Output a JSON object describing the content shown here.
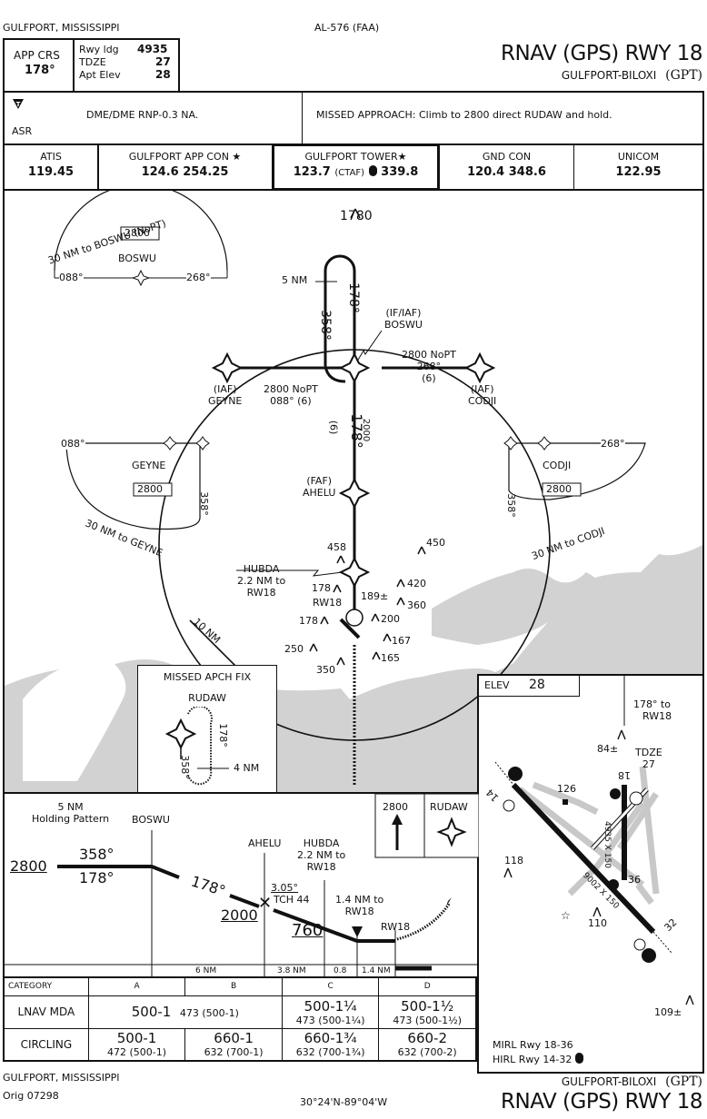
{
  "header": {
    "location": "GULFPORT, MISSISSIPPI",
    "chart_id": "AL-576 (FAA)",
    "title": "RNAV (GPS) RWY 18",
    "airport": "GULFPORT-BILOXI",
    "airport_id": "(GPT)",
    "app_crs_label": "APP CRS",
    "app_crs_value": "178°",
    "rwy_ldg_label": "Rwy ldg",
    "rwy_ldg_value": "4935",
    "tdze_label": "TDZE",
    "tdze_value": "27",
    "apt_elev_label": "Apt Elev",
    "apt_elev_value": "28"
  },
  "notes": {
    "takeoff_symbol": "T",
    "asr": "ASR",
    "dme_note": "DME/DME RNP-0.3 NA.",
    "missed_approach": "MISSED APPROACH:  Climb to 2800 direct RUDAW and hold."
  },
  "comms": [
    {
      "label": "ATIS",
      "freq": "119.45"
    },
    {
      "label": "GULFPORT APP CON ★",
      "freq": "124.6  254.25"
    },
    {
      "label": "GULFPORT TOWER★",
      "freq": "123.7",
      "ctaf": "(CTAF)",
      "freq2": "339.8"
    },
    {
      "label": "GND CON",
      "freq": "120.4  348.6"
    },
    {
      "label": "UNICOM",
      "freq": "122.95"
    }
  ],
  "plan": {
    "top_obstacle": "1780",
    "taa_boswu": {
      "arc": "30 NM to BOSWU (NoPT)",
      "alt": "2800",
      "fix": "BOSWU",
      "left_crs": "088°",
      "right_crs": "268°"
    },
    "taa_geyne": {
      "arc": "30 NM to GEYNE",
      "alt": "2800",
      "fix": "GEYNE",
      "crs1": "088°",
      "crs2": "358°"
    },
    "taa_codji": {
      "arc": "30 NM to CODJI",
      "alt": "2800",
      "fix": "CODJI",
      "crs1": "268°",
      "crs2": "358°"
    },
    "hold_len": "5 NM",
    "hold_in": "178°",
    "hold_out": "358°",
    "boswu_label": "(IF/IAF)",
    "boswu_name": "BOSWU",
    "geyne_label": "(IAF)",
    "geyne_name": "GEYNE",
    "geyne_seg": "2800 NoPT",
    "geyne_seg2": "088° (6)",
    "codji_label": "(IAF)",
    "codji_name": "CODJI",
    "codji_seg": "2800 NoPT",
    "codji_seg2": "268°",
    "codji_seg3": "(6)",
    "final_alt": "2000",
    "final_crs": "178°",
    "final_dist": "(6)",
    "faf_label": "(FAF)",
    "faf_name": "AHELU",
    "hubda_name": "HUBDA",
    "hubda_dist1": "2.2 NM to",
    "hubda_dist2": "RW18",
    "rw18": "RW18",
    "ring": "10 NM",
    "obstacles": [
      "458",
      "450",
      "420",
      "360",
      "189±",
      "178",
      "178",
      "200",
      "167",
      "165",
      "250",
      "350"
    ]
  },
  "missed_fix_box": {
    "title": "MISSED APCH FIX",
    "fix": "RUDAW",
    "in_crs": "178°",
    "out_crs": "358°",
    "leg": "4 NM"
  },
  "airport_diagram": {
    "elev_label": "ELEV",
    "elev_value": "28",
    "approach_note1": "178° to",
    "approach_note2": "RW18",
    "obs_84": "84±",
    "tdze_label": "TDZE",
    "tdze_value": "27",
    "rwy18": "18",
    "rwy36": "36",
    "rwy14": "14",
    "rwy32": "32",
    "dim_18_36": "4935 X 150",
    "dim_14_32": "9002 X 150",
    "obs_126": "126",
    "obs_118": "118",
    "obs_110": "110",
    "obs_109": "109±",
    "lights1": "MIRL Rwy 18-36",
    "lights2": "HIRL Rwy 14-32"
  },
  "profile": {
    "hold_label1": "5 NM",
    "hold_label2": "Holding Pattern",
    "hold_alt": "2800",
    "hold_out": "358°",
    "hold_in": "178°",
    "boswu": "BOSWU",
    "seg_crs": "178°",
    "faf_alt": "2000",
    "ahelu": "AHELU",
    "hubda1": "HUBDA",
    "hubda2": "2.2 NM to",
    "hubda3": "RW18",
    "gs": "3.05°",
    "tch": "TCH 44",
    "mda": "760",
    "map1": "1.4 NM to",
    "map2": "RW18",
    "rw18": "RW18",
    "missed_alt": "2800",
    "missed_fix": "RUDAW",
    "dists": [
      "6 NM",
      "3.8 NM",
      "0.8",
      "1.4 NM"
    ]
  },
  "minimums": {
    "header": [
      "CATEGORY",
      "A",
      "B",
      "C",
      "D"
    ],
    "lnav_label": "LNAV  MDA",
    "lnav_ab_main": "500-1",
    "lnav_ab_sub": "473 (500-1)",
    "lnav_c_main": "500-1¼",
    "lnav_c_sub": "473 (500-1¼)",
    "lnav_d_main": "500-1½",
    "lnav_d_sub": "473 (500-1½)",
    "circling_label": "CIRCLING",
    "circ": [
      {
        "main": "500-1",
        "sub": "472 (500-1)"
      },
      {
        "main": "660-1",
        "sub": "632 (700-1)"
      },
      {
        "main": "660-1¾",
        "sub": "632 (700-1¾)"
      },
      {
        "main": "660-2",
        "sub": "632 (700-2)"
      }
    ]
  },
  "footer": {
    "location": "GULFPORT, MISSISSIPPI",
    "orig": "Orig 07298",
    "coords": "30°24'N-89°04'W",
    "airport": "GULFPORT-BILOXI",
    "airport_id": "(GPT)",
    "title": "RNAV (GPS) RWY 18"
  }
}
